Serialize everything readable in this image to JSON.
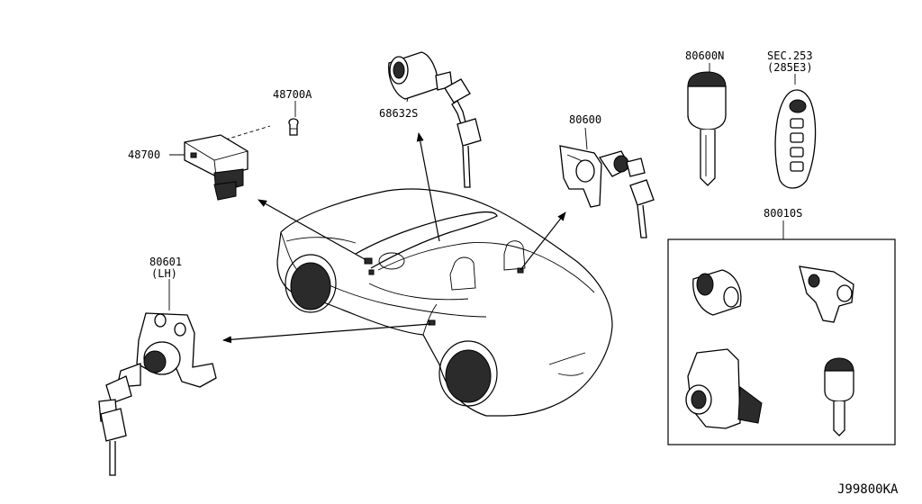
{
  "labels": {
    "p48700a": "48700A",
    "p48700": "48700",
    "p68632s": "68632S",
    "p80600": "80600",
    "p80600n": "80600N",
    "psec253": "SEC.253",
    "p285e3": "(285E3)",
    "p80010s": "80010S",
    "p80601": "80601",
    "plh": "(LH)"
  },
  "diagram_code": "J99800KA",
  "colors": {
    "ink": "#000000",
    "background": "#ffffff",
    "shade": "#2b2b2b"
  },
  "icons": [
    "ignition-switch-icon",
    "screw-icon",
    "lock-cylinder-icon",
    "door-lock-icon",
    "blank-key-icon",
    "intelligent-key-fob-icon",
    "car-outline-icon"
  ]
}
